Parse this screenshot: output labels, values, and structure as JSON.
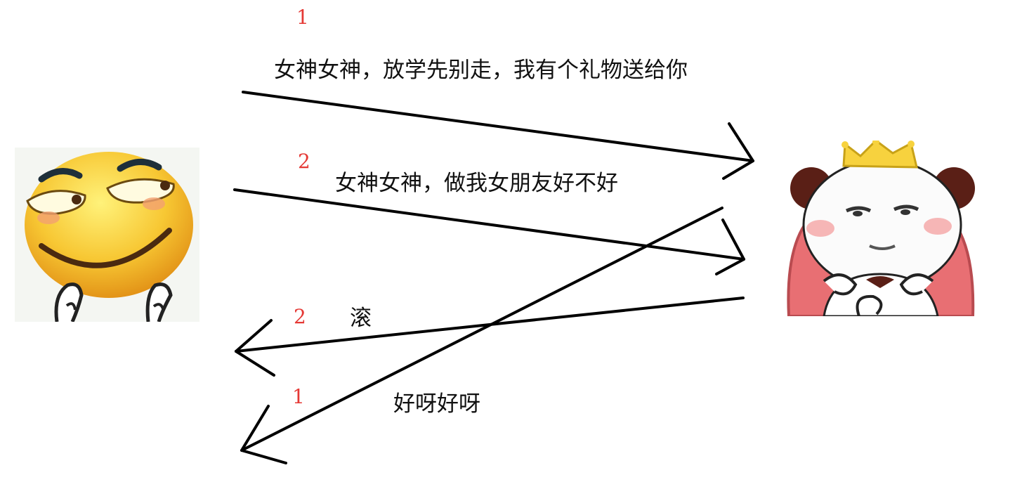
{
  "colors": {
    "number": "#e53935",
    "arrow": "#000000",
    "text": "#111111"
  },
  "icons": {
    "left_avatar": "smirking-emoji-icon",
    "right_avatar": "crowned-panda-icon"
  },
  "messages": [
    {
      "step": "1",
      "text": "女神女神，放学先别走，我有个礼物送给你",
      "direction": "to-right"
    },
    {
      "step": "2",
      "text": "女神女神，做我女朋友好不好",
      "direction": "to-right"
    },
    {
      "step": "2",
      "text": "滚",
      "direction": "to-left"
    },
    {
      "step": "1",
      "text": "好呀好呀",
      "direction": "to-left"
    }
  ]
}
